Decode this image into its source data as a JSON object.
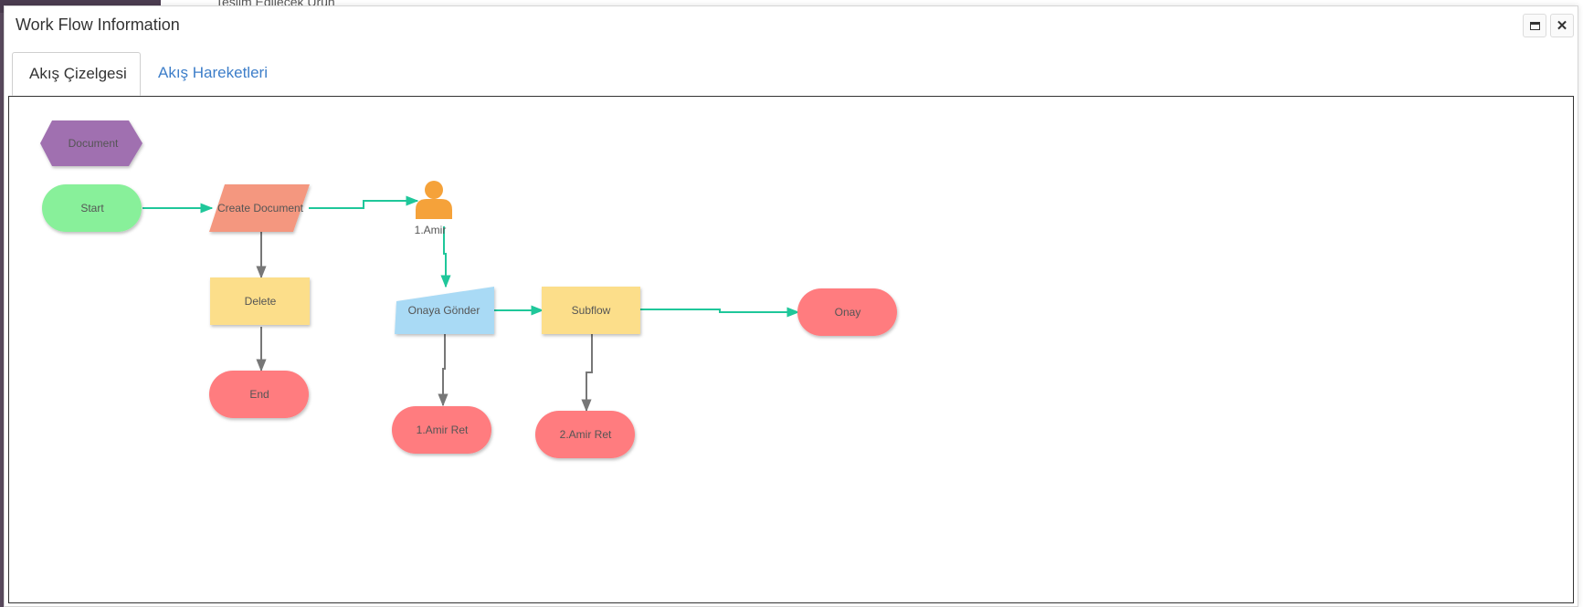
{
  "background": {
    "peek_text": "Teslim Edilecek Ürün"
  },
  "dialog": {
    "title": "Work Flow Information",
    "maximize_icon": "window-maximize-icon",
    "close_icon": "close-icon",
    "close_glyph": "✕"
  },
  "tabs": [
    {
      "label": "Akış Çizelgesi",
      "active": true
    },
    {
      "label": "Akış Hareketleri",
      "active": false
    }
  ],
  "diagram": {
    "colors": {
      "document": "#a070b0",
      "start": "#88f09a",
      "create": "#f4977f",
      "delete": "#fcde8a",
      "terminal": "#ff7b7f",
      "onaya": "#a9daf5",
      "subflow": "#fcde8a",
      "actor": "#f5a23a",
      "flow_active": "#1fc79a",
      "flow_inactive": "#777777"
    },
    "nodes": {
      "document": "Document",
      "start": "Start",
      "create_document": "Create Document",
      "amir1": "1.Amir",
      "delete": "Delete",
      "end": "End",
      "onaya_gonder": "Onaya Gönder",
      "subflow": "Subflow",
      "onay": "Onay",
      "amir1_ret": "1.Amir Ret",
      "amir2_ret": "2.Amir Ret"
    }
  }
}
